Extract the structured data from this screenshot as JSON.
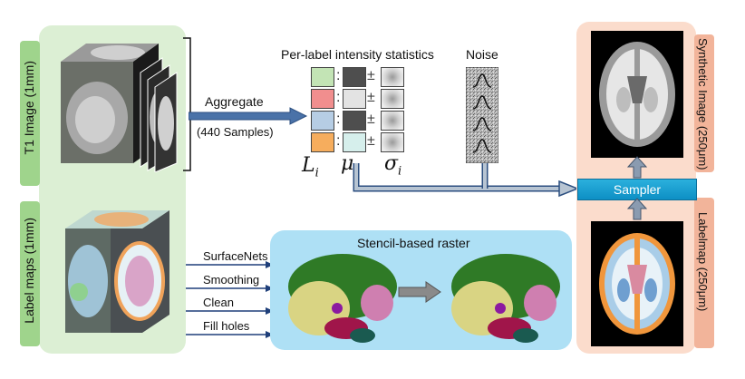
{
  "left_panel": {
    "t1_label": "T1 Image (1mm)",
    "label_maps_label": "Label maps (1mm)"
  },
  "aggregate": {
    "label": "Aggregate",
    "samples": "(440 Samples)"
  },
  "stats": {
    "title": "Per-label intensity statistics",
    "plus_minus": "±",
    "colon": ":",
    "label_colors": [
      "#c3e4b5",
      "#f18e8e",
      "#b6cde4",
      "#f6ad5d"
    ],
    "mean_colors": [
      "#4e4e4e",
      "#e3e3e3",
      "#4e4e4e",
      "#d6efec"
    ],
    "sym_L": "L",
    "sym_mu": "μ",
    "sym_sigma": "σ",
    "sub_i": "i"
  },
  "noise": {
    "title": "Noise"
  },
  "steps": [
    "SurfaceNets",
    "Smoothing",
    "Clean",
    "Fill holes"
  ],
  "stencil": {
    "title": "Stencil-based raster"
  },
  "sampler": {
    "label": "Sampler"
  },
  "right_panel": {
    "synthetic_label": "Synthetic Image (250μm)",
    "labelmap_label": "Labelmap (250μm)"
  },
  "colors": {
    "green_panel": "#dcefd4",
    "green_tab": "#9fd48c",
    "pink_panel": "#fbdccc",
    "pink_tab": "#f2b49a",
    "stencil_bg": "#aee0f5",
    "arrow_blue": "#3a5a8a",
    "sampler": "#1a9fd4"
  }
}
